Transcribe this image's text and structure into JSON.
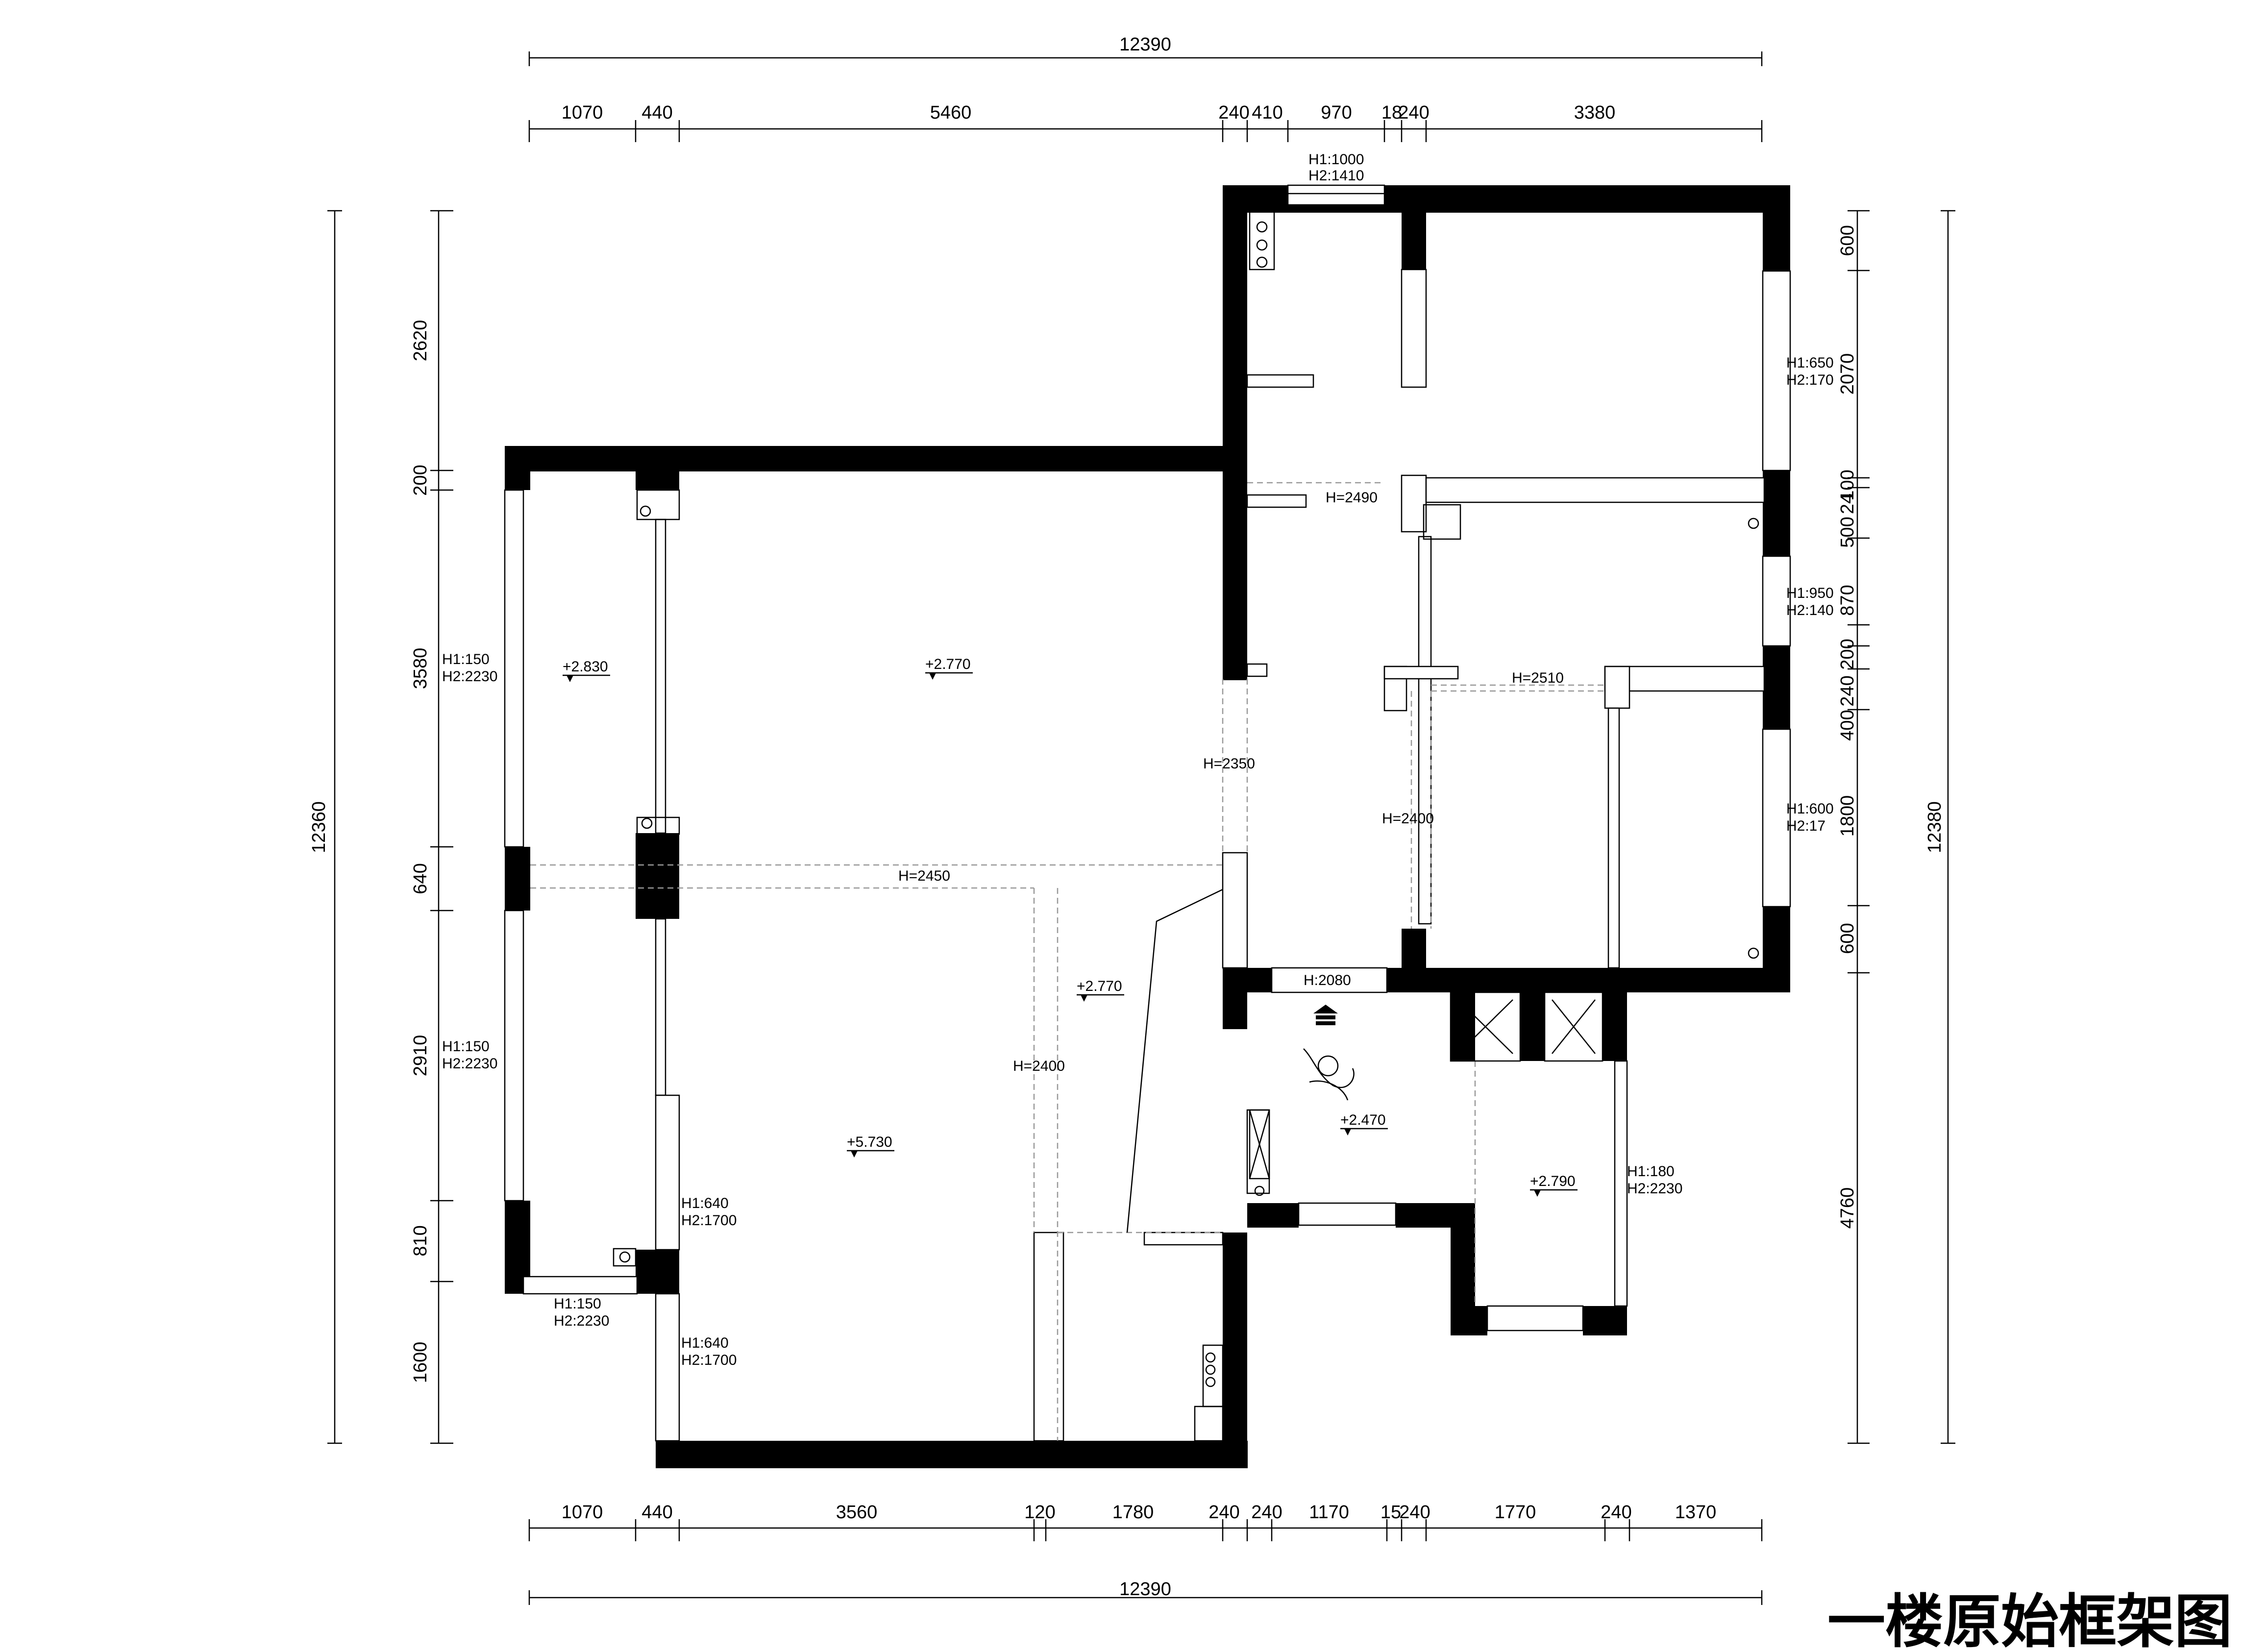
{
  "title": "一楼原始框架图",
  "dimensions": {
    "top_total": "12390",
    "top_segments": [
      "1070",
      "440",
      "5460",
      "240",
      "410",
      "970",
      "18",
      "240",
      "3380"
    ],
    "bottom_total": "12390",
    "bottom_segments": [
      "1070",
      "440",
      "3560",
      "120",
      "1780",
      "240",
      "240",
      "1170",
      "15",
      "240",
      "1770",
      "240",
      "1370"
    ],
    "left_total": "12360",
    "left_segments": [
      "2620",
      "200",
      "3580",
      "640",
      "2910",
      "810",
      "1600"
    ],
    "right_total": "12380",
    "right_segments": [
      "600",
      "2070",
      "100",
      "24",
      "500",
      "870",
      "200",
      "240",
      "400",
      "1800",
      "600",
      "4760"
    ]
  },
  "window_notes": {
    "top_window": [
      "H1:1000",
      "H2:1410"
    ],
    "left_upper": [
      "H1:150",
      "H2:2230"
    ],
    "left_lower": [
      "H1:150",
      "H2:2230"
    ],
    "left_bottom": [
      "H1:150",
      "H2:2230"
    ],
    "inner_upper": [
      "H1:640",
      "H2:1700"
    ],
    "inner_lower": [
      "H1:640",
      "H2:1700"
    ],
    "right_1": [
      "H1:650",
      "H2:170"
    ],
    "right_2": [
      "H1:950",
      "H2:140"
    ],
    "right_3": [
      "H1:600",
      "H2:17"
    ],
    "bay_window": [
      "H1:180",
      "H2:2230"
    ]
  },
  "beam_heights": {
    "h_2490": "H=2490",
    "h_2510": "H=2510",
    "h_2350": "H=2350",
    "h_2400_right": "H=2400",
    "h_2450": "H=2450",
    "h_2400_center": "H=2400",
    "h_2080": "H:2080"
  },
  "levels": {
    "left_room": "+2.830",
    "main_upper": "+2.770",
    "main_mid": "+2.770",
    "main_lower": "+5.730",
    "entry": "+2.470",
    "bay": "+2.790"
  }
}
